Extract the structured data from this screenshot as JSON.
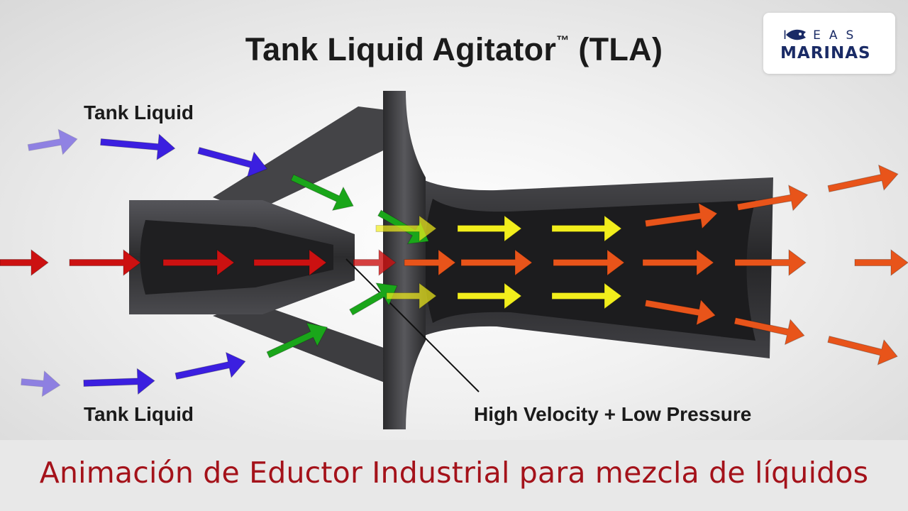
{
  "title": {
    "text": "Tank Liquid Agitator",
    "mark": "™",
    "suffix": " (TLA)"
  },
  "labels": {
    "tank_liquid_top": "Tank Liquid",
    "tank_liquid_bottom": "Tank Liquid",
    "callout": "High Velocity + Low Pressure"
  },
  "logo": {
    "top": "IDEAS",
    "bottom": "MARINAS"
  },
  "caption": "Animación de Eductor Industrial para mezcla de líquidos",
  "colors": {
    "inlet_flow": "#cc1111",
    "tank_liquid_flow": "#3b1fe0",
    "entrainment_flow": "#1aa61a",
    "accelerated_flow": "#f2ee1c",
    "discharge_flow": "#e8541a",
    "body": "#3a3a3c",
    "caption_text": "#a4121a"
  }
}
